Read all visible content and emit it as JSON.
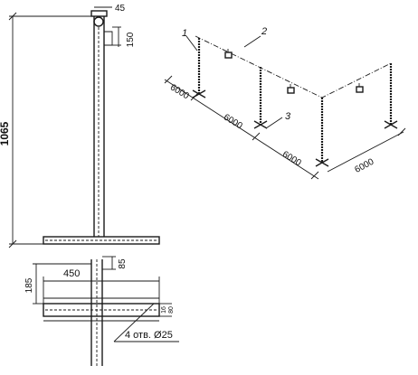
{
  "post_drawing": {
    "dim_total_height": "1065",
    "dim_top_width": "45",
    "dim_top_offset": "150",
    "dim_base_height": "185",
    "dim_base_width": "450",
    "dim_base_small": "85",
    "dim_plate_thickness": "16",
    "dim_plate_edge": "80",
    "holes_note": "4 отв. Ø25"
  },
  "fence_drawing": {
    "callout_1": "1",
    "callout_2": "2",
    "callout_3": "3",
    "span_1": "6000",
    "span_2": "6000",
    "span_3": "6000",
    "span_4": "6000"
  }
}
